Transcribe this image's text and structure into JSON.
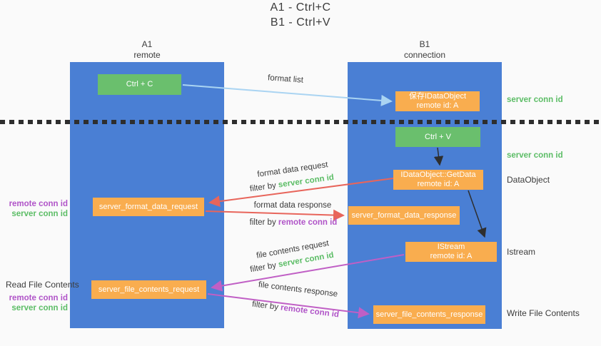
{
  "title": {
    "line1": "A1 - Ctrl+C",
    "line2": "B1 - Ctrl+V"
  },
  "lanes": {
    "left": {
      "name": "A1",
      "role": "remote"
    },
    "right": {
      "name": "B1",
      "role": "connection"
    }
  },
  "nodes": {
    "ctrl_c": {
      "label": "Ctrl + C"
    },
    "save_idataobject": {
      "line1": "保存IDataObject",
      "line2": "remote id: A"
    },
    "ctrl_v": {
      "label": "Ctrl + V"
    },
    "idataobject_getdata": {
      "line1": "IDataObject::GetData",
      "line2": "remote id: A"
    },
    "server_format_data_request": {
      "label": "server_format_data_request"
    },
    "server_format_data_response": {
      "label": "server_format_data_response"
    },
    "istream": {
      "line1": "IStream",
      "line2": "remote id: A"
    },
    "server_file_contents_request": {
      "label": "server_file_contents_request"
    },
    "server_file_contents_response": {
      "label": "server_file_contents_response"
    }
  },
  "arrows": {
    "format_list": {
      "label": "format list"
    },
    "format_data_request": {
      "label": "format data request",
      "filter_prefix": "filter by ",
      "filter_key": "server conn id"
    },
    "format_data_response": {
      "label": "format data response",
      "filter_prefix": "filter by ",
      "filter_key": "remote conn id"
    },
    "file_contents_request": {
      "label": "file contents request",
      "filter_prefix": "filter by ",
      "filter_key": "server conn id"
    },
    "file_contents_response": {
      "label": "file contents response",
      "filter_prefix": "filter by ",
      "filter_key": "remote conn id"
    }
  },
  "side_labels": {
    "server_conn_id_top": "server conn id",
    "server_conn_id_mid": "server conn id",
    "dataobject": "DataObject",
    "istream": "Istream",
    "write_file_contents": "Write File Contents",
    "read_file_contents": "Read File Contents",
    "left_remote_conn_id_1": "remote conn id",
    "left_server_conn_id_1": "server conn id",
    "left_remote_conn_id_2": "remote conn id",
    "left_server_conn_id_2": "server conn id"
  },
  "colors": {
    "lane_blue": "#4a7fd4",
    "node_green": "#6abf6d",
    "node_orange": "#f9ad4f",
    "arrow_light_blue": "#aad4f2",
    "arrow_red": "#e8655b",
    "arrow_magenta": "#c05fc5",
    "arrow_black": "#2e2e2e",
    "label_green": "#5cbd66",
    "label_purple": "#b054c8",
    "text_dark": "#3c3c3c"
  }
}
